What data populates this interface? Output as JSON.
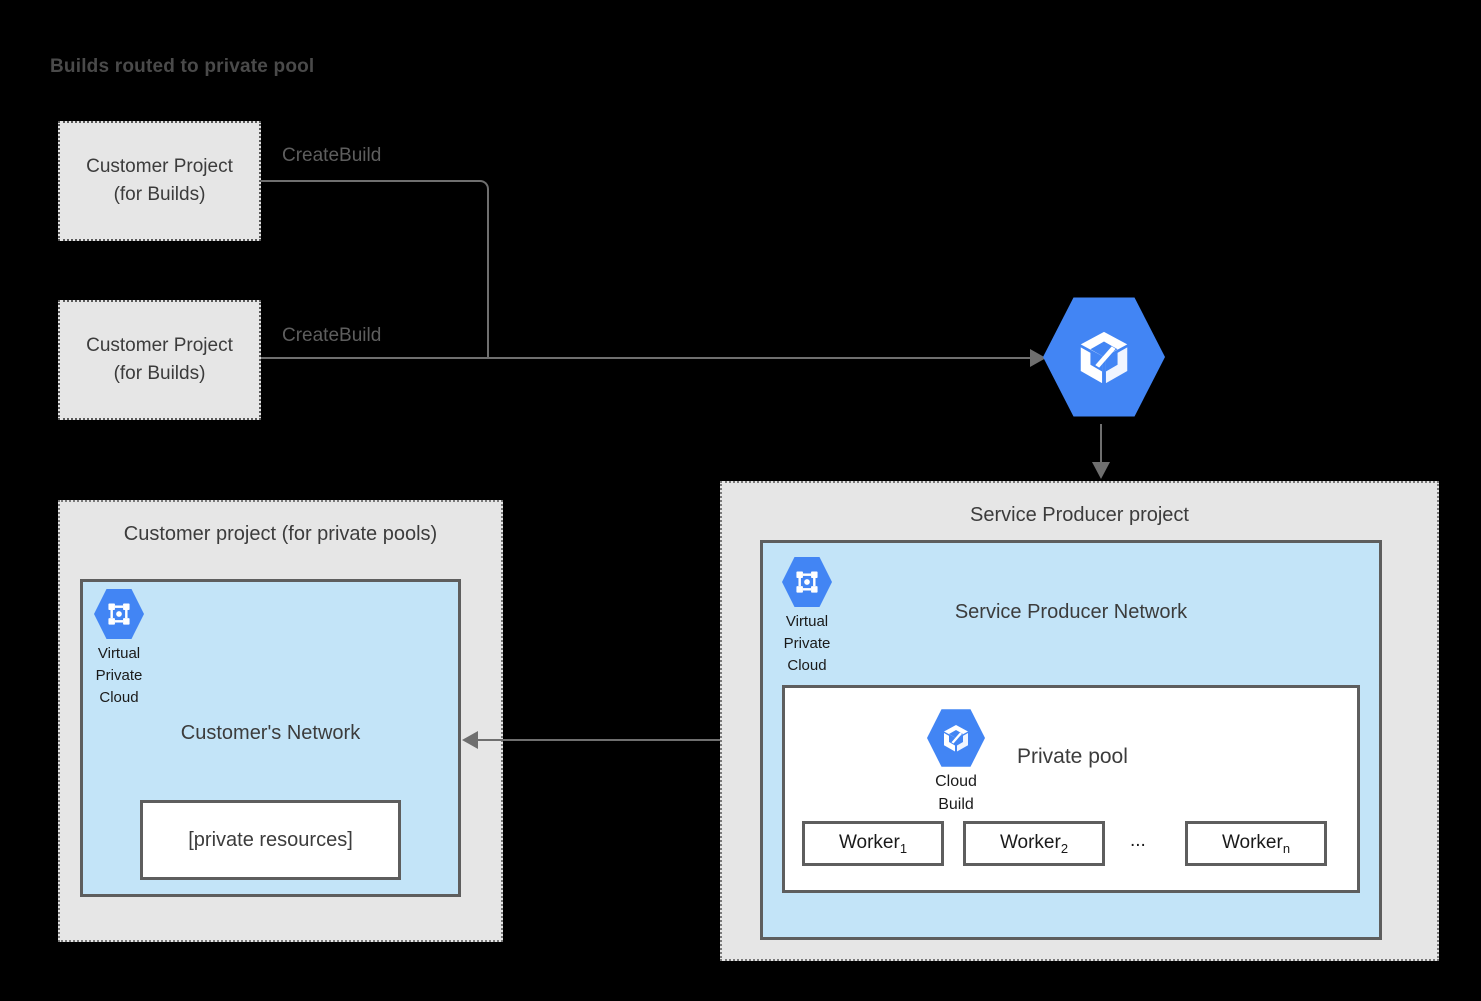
{
  "title": "Builds routed to private pool",
  "build_sources": [
    {
      "line1": "Customer Project",
      "line2": "(for Builds)",
      "edge_label": "CreateBuild"
    },
    {
      "line1": "Customer Project",
      "line2": "(for Builds)",
      "edge_label": "CreateBuild"
    }
  ],
  "cloud_build_service": {
    "icon": "cloud-build-hexagon-icon"
  },
  "customer_panel": {
    "title": "Customer project (for private pools)",
    "network_title": "Customer's Network",
    "vpc": {
      "icon": "virtual-private-cloud-hexagon-icon",
      "line1": "Virtual",
      "line2": "Private",
      "line3": "Cloud"
    },
    "private_resources": "[private resources]"
  },
  "producer_panel": {
    "title": "Service Producer project",
    "network_title": "Service Producer Network",
    "vpc": {
      "icon": "virtual-private-cloud-hexagon-icon",
      "line1": "Virtual",
      "line2": "Private",
      "line3": "Cloud"
    },
    "private_pool": {
      "title": "Private pool",
      "cloud_build": {
        "icon": "cloud-build-hexagon-icon",
        "line1": "Cloud",
        "line2": "Build"
      },
      "workers": [
        {
          "name": "Worker",
          "subscript": "1"
        },
        {
          "name": "Worker",
          "subscript": "2"
        },
        {
          "name": "Worker",
          "subscript": "n"
        }
      ],
      "ellipsis": "..."
    }
  },
  "colors": {
    "background": "#000000",
    "panel_fill": "#e6e6e6",
    "network_fill": "#c3e4f8",
    "google_blue": "#4285f4",
    "stroke_gray": "#5e5e5e",
    "line_gray": "#6f6f6f",
    "title_gray": "#4a4a4a"
  }
}
